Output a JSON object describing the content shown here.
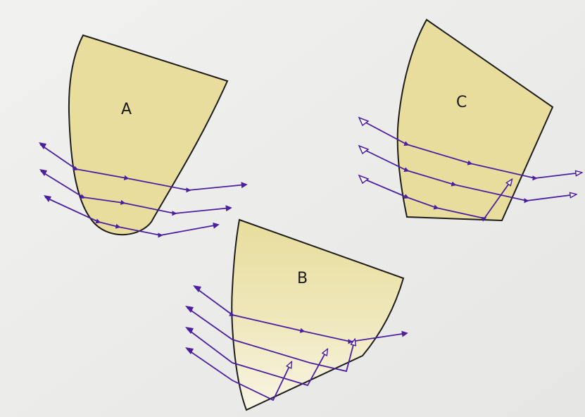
{
  "labels": {
    "a": "A",
    "b": "B",
    "c": "C"
  },
  "colors": {
    "background": "#ebebe9",
    "shape_fill": "#e8dd9c",
    "shape_fill_light": "#f5f0d6",
    "outline": "#1c1c1c",
    "ray": "#4b1fa0"
  },
  "shapes": [
    "shape-a",
    "shape-b",
    "shape-c"
  ]
}
